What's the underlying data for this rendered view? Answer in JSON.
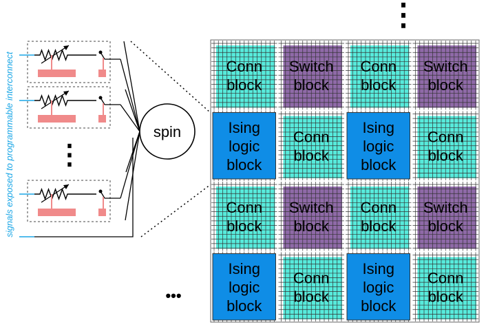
{
  "left_panel": {
    "side_label": "signals exposed to programmable interconnect",
    "spin_label": "spin",
    "vertical_ellipsis": "⋮"
  },
  "fabric": {
    "rows": [
      [
        {
          "type": "conn",
          "lines": [
            "Conn",
            "block"
          ]
        },
        {
          "type": "switch",
          "lines": [
            "Switch",
            "block"
          ]
        },
        {
          "type": "conn",
          "lines": [
            "Conn",
            "block"
          ]
        },
        {
          "type": "switch",
          "lines": [
            "Switch",
            "block"
          ]
        }
      ],
      [
        {
          "type": "ising",
          "lines": [
            "Ising",
            "logic",
            "block"
          ]
        },
        {
          "type": "conn",
          "lines": [
            "Conn",
            "block"
          ]
        },
        {
          "type": "ising",
          "lines": [
            "Ising",
            "logic",
            "block"
          ]
        },
        {
          "type": "conn",
          "lines": [
            "Conn",
            "block"
          ]
        }
      ],
      [
        {
          "type": "conn",
          "lines": [
            "Conn",
            "block"
          ]
        },
        {
          "type": "switch",
          "lines": [
            "Switch",
            "block"
          ]
        },
        {
          "type": "conn",
          "lines": [
            "Conn",
            "block"
          ]
        },
        {
          "type": "switch",
          "lines": [
            "Switch",
            "block"
          ]
        }
      ],
      [
        {
          "type": "ising",
          "lines": [
            "Ising",
            "logic",
            "block"
          ]
        },
        {
          "type": "conn",
          "lines": [
            "Conn",
            "block"
          ]
        },
        {
          "type": "ising",
          "lines": [
            "Ising",
            "logic",
            "block"
          ]
        },
        {
          "type": "conn",
          "lines": [
            "Conn",
            "block"
          ]
        }
      ]
    ],
    "top_ellipsis": "⋮",
    "bottom_ellipsis": "•••"
  },
  "colors": {
    "conn": "#57ebdc",
    "switch": "#8f6aa8",
    "ising": "#0f8de6",
    "resistor_box": "#f08a8a",
    "signal_line": "#1aa6e6"
  }
}
